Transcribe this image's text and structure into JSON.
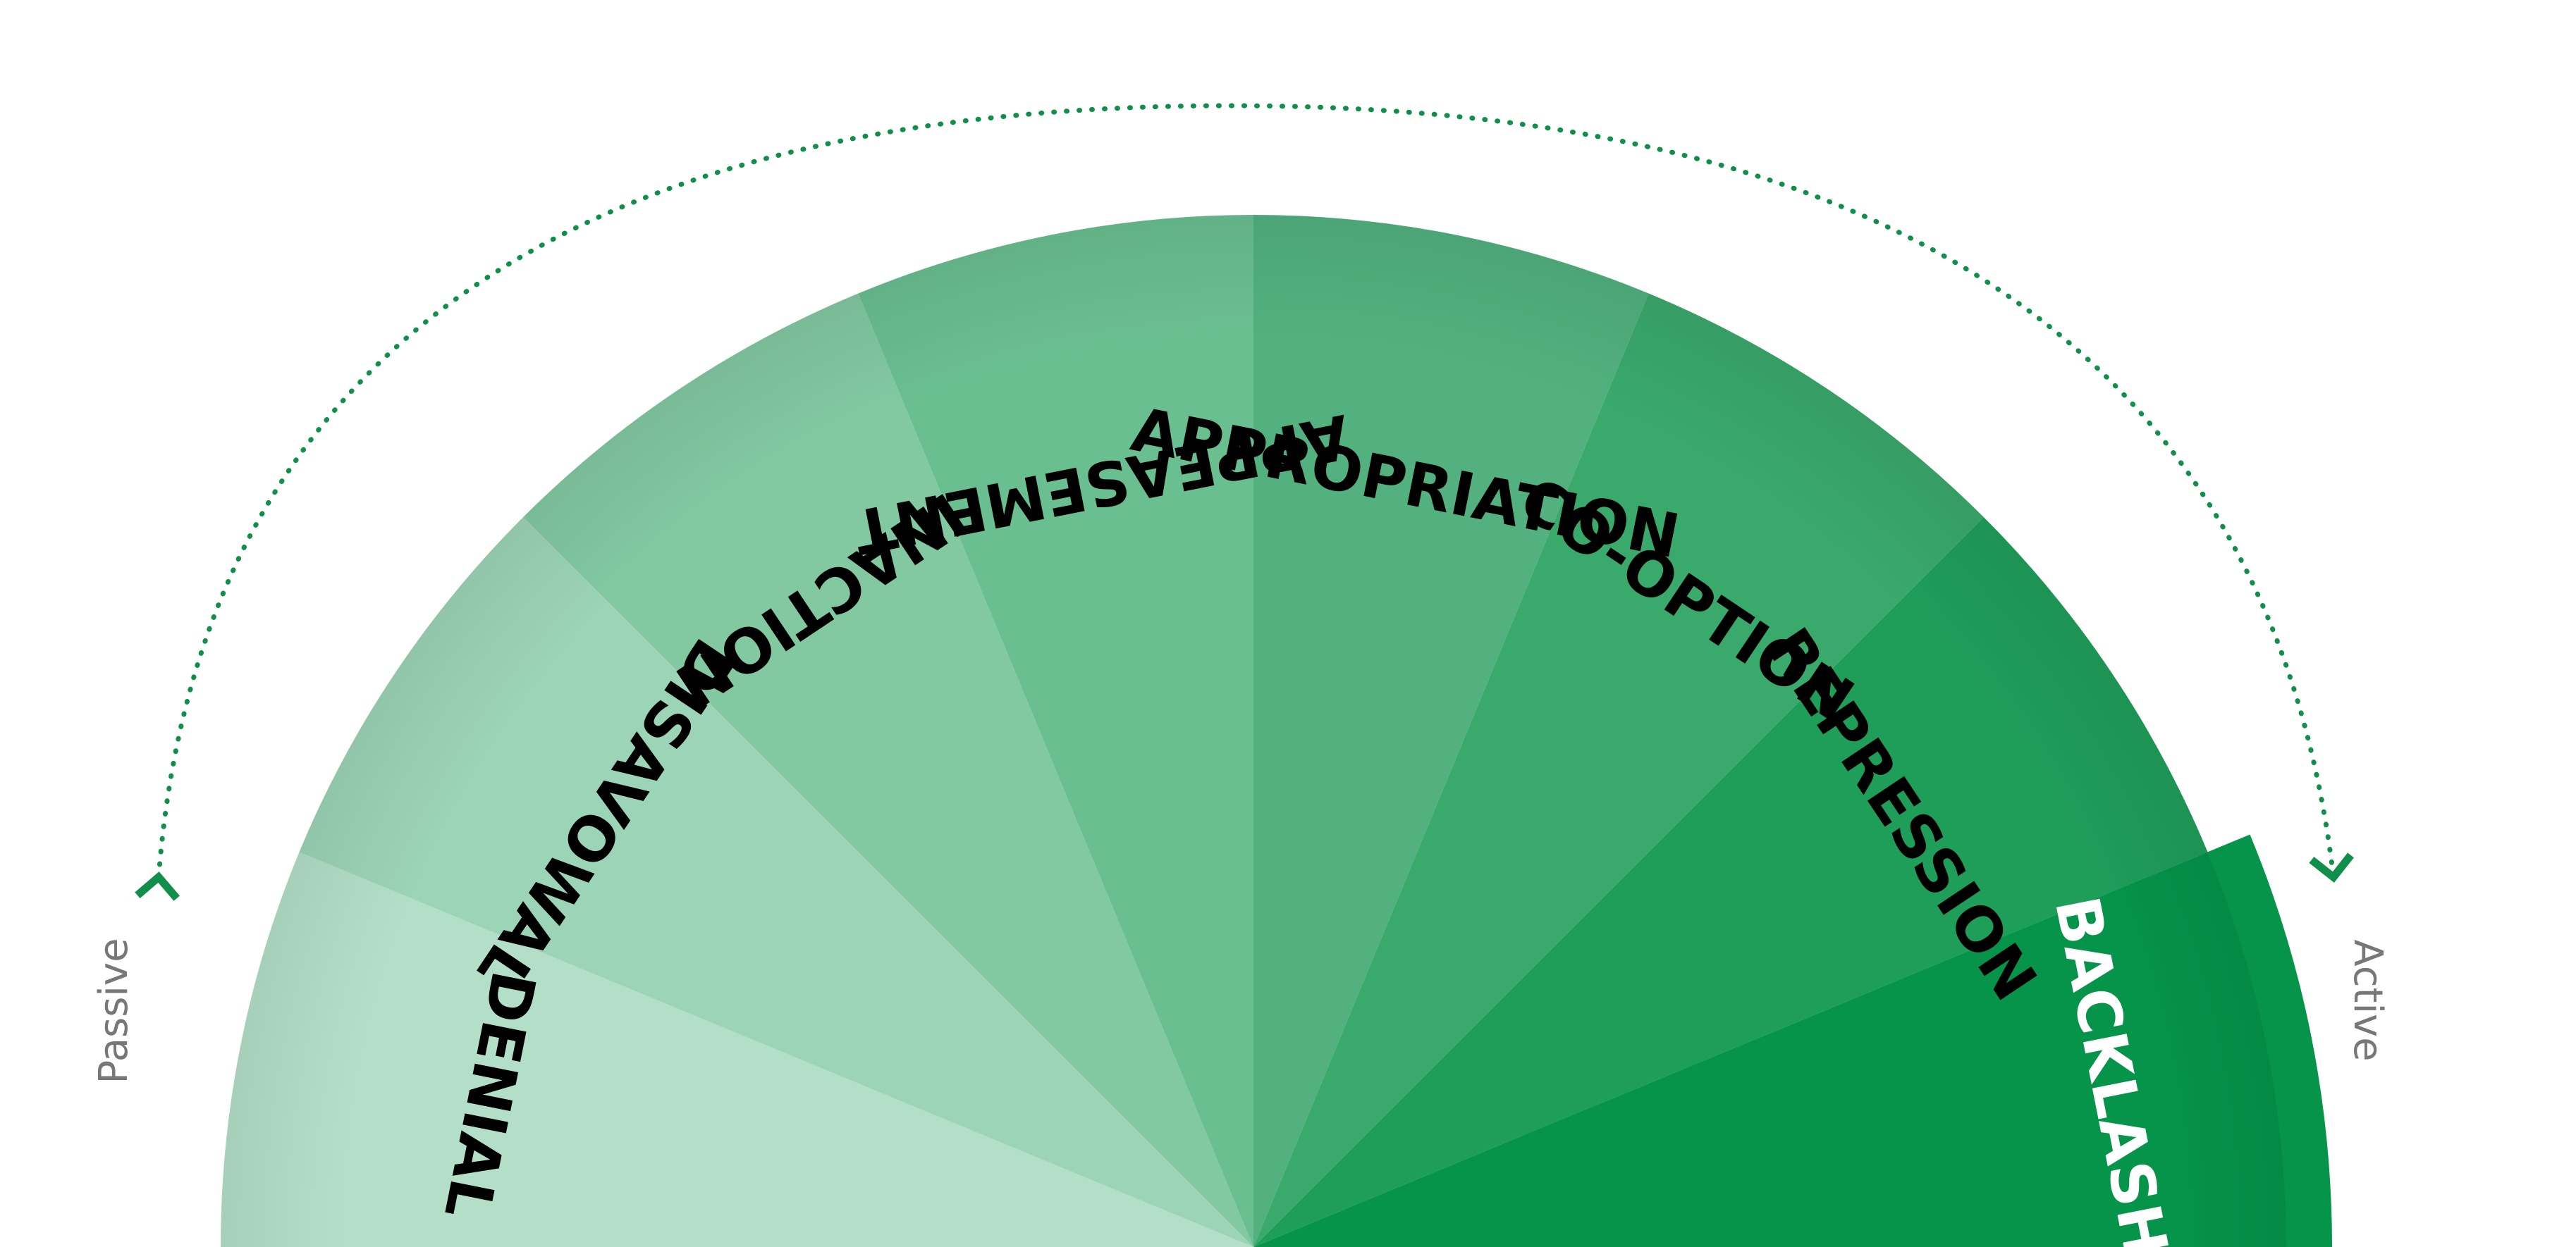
{
  "segments": [
    {
      "label": "DENIAL",
      "color": "#b3dfc8",
      "text_color": "#000000"
    },
    {
      "label": "DISAVOWAL",
      "color": "#9cd4b7",
      "text_color": "#000000"
    },
    {
      "label": "INACTION",
      "color": "#82c9a2",
      "text_color": "#000000"
    },
    {
      "label": "APPEASEMENT",
      "color": "#6abf91",
      "text_color": "#000000"
    },
    {
      "label": "APPROPRIATION",
      "color": "#52b17f",
      "text_color": "#000000"
    },
    {
      "label": "CO-OPTION",
      "color": "#3aa96c",
      "text_color": "#000000"
    },
    {
      "label": "REPRESSION",
      "color": "#1f9e5a",
      "text_color": "#000000"
    },
    {
      "label": "BACKLASH",
      "color": "#05944a",
      "text_color": "#ffffff"
    }
  ],
  "scale": {
    "start_label": "Passive",
    "end_label": "Active",
    "arrow_color": "#0f8f4a",
    "label_color": "#777777"
  }
}
